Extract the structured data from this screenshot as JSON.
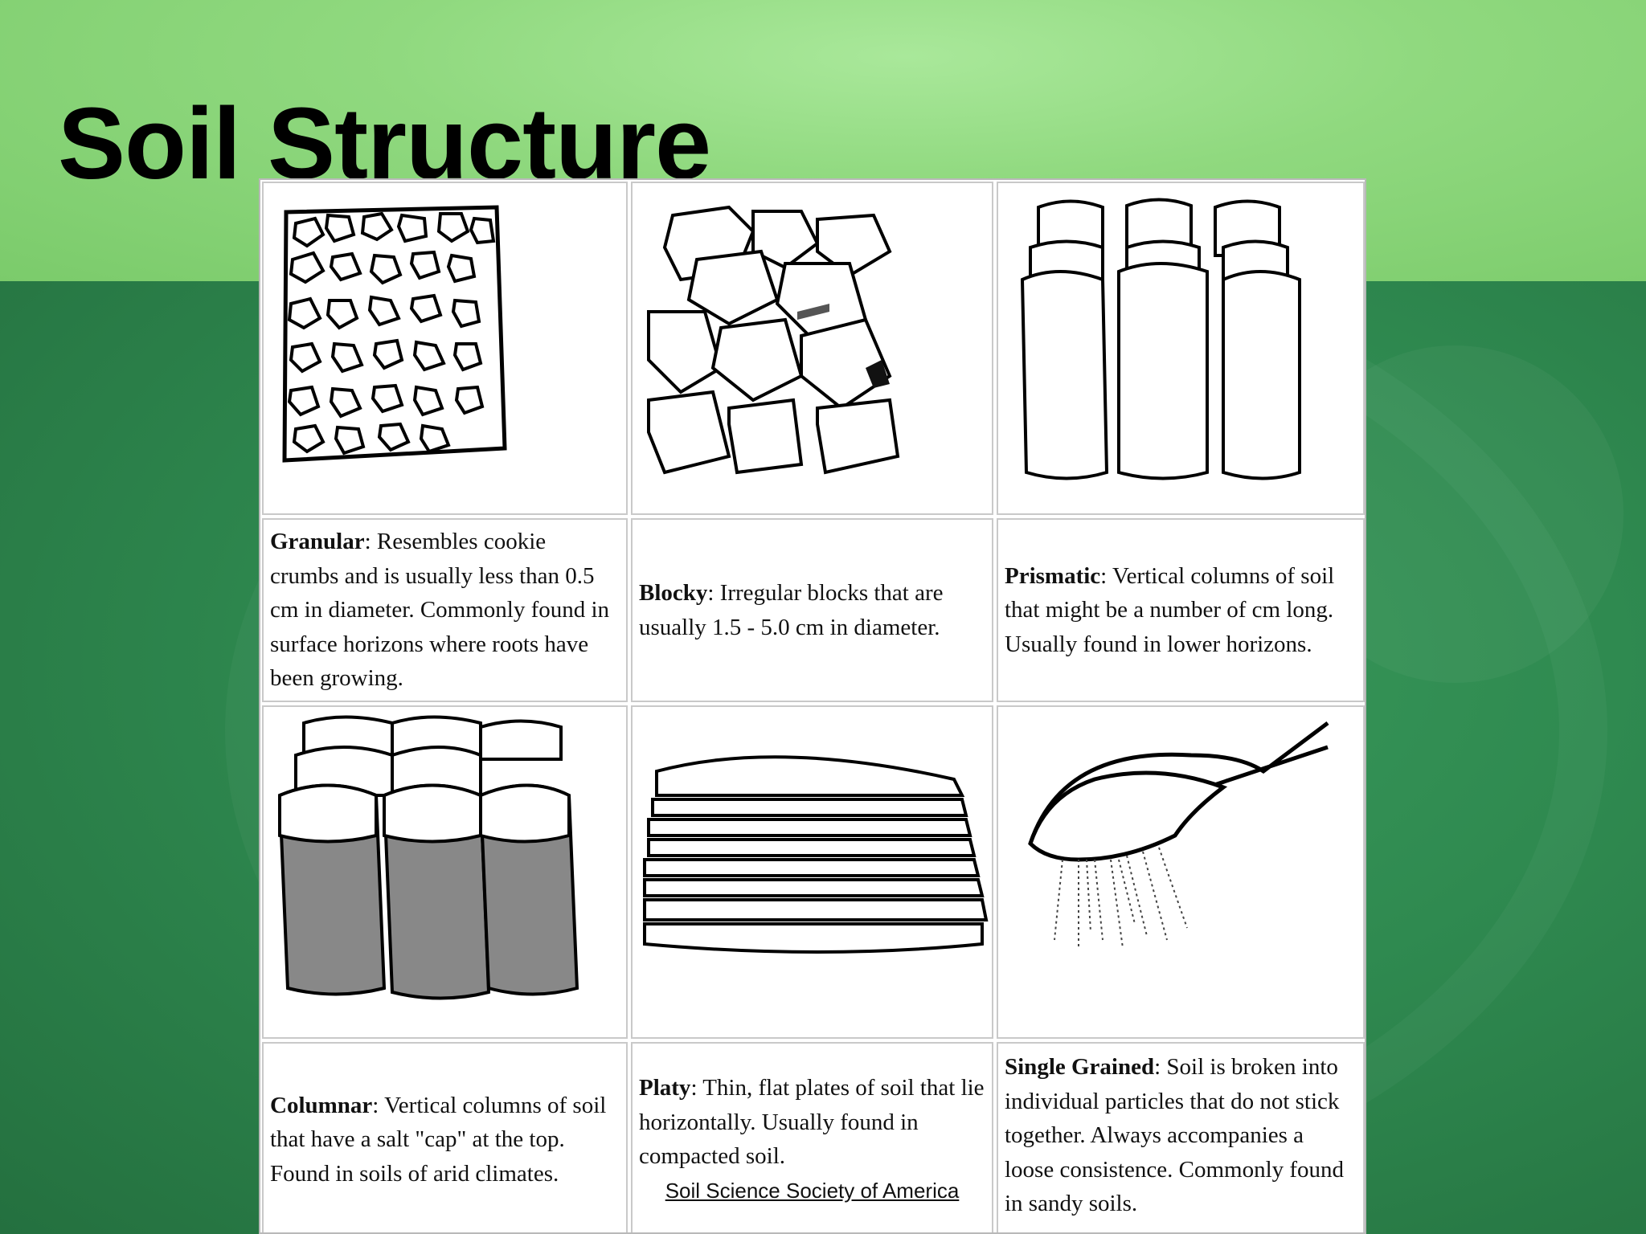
{
  "slide": {
    "title": "Soil Structure"
  },
  "structures": [
    {
      "name": "Granular",
      "description": ": Resembles cookie crumbs and is usually less than 0.5 cm in diameter. Commonly found in surface horizons where roots have been growing."
    },
    {
      "name": "Blocky",
      "description": ": Irregular blocks that are usually 1.5 - 5.0 cm in diameter."
    },
    {
      "name": "Prismatic",
      "description": ": Vertical columns of soil that might be a number of cm long. Usually found in lower horizons."
    },
    {
      "name": "Columnar",
      "description": ": Vertical columns of soil that have a salt \"cap\" at the top. Found in soils of arid climates."
    },
    {
      "name": "Platy",
      "description": ": Thin, flat plates of soil that lie horizontally. Usually found in compacted soil."
    },
    {
      "name": "Single Grained",
      "description": ": Soil is broken into individual particles that do not stick together. Always accompanies a loose consistence. Commonly found in sandy soils."
    }
  ],
  "credit": "Soil Science Society of America"
}
